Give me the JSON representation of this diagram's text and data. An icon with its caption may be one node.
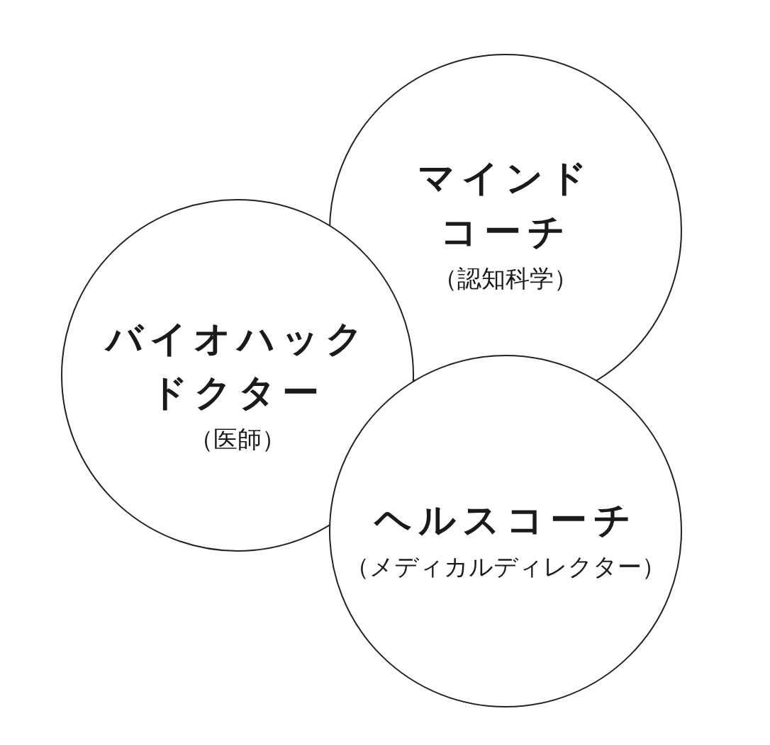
{
  "diagram": {
    "nodes": [
      {
        "text": [
          "マインドコーチ",
          "（認知科学）"
        ]
      },
      {
        "text": [
          "バイオハックドクター",
          "（医師）"
        ]
      },
      {
        "text": [
          "ヘルスコーチ",
          "（メディカルディレクター）"
        ]
      }
    ]
  }
}
